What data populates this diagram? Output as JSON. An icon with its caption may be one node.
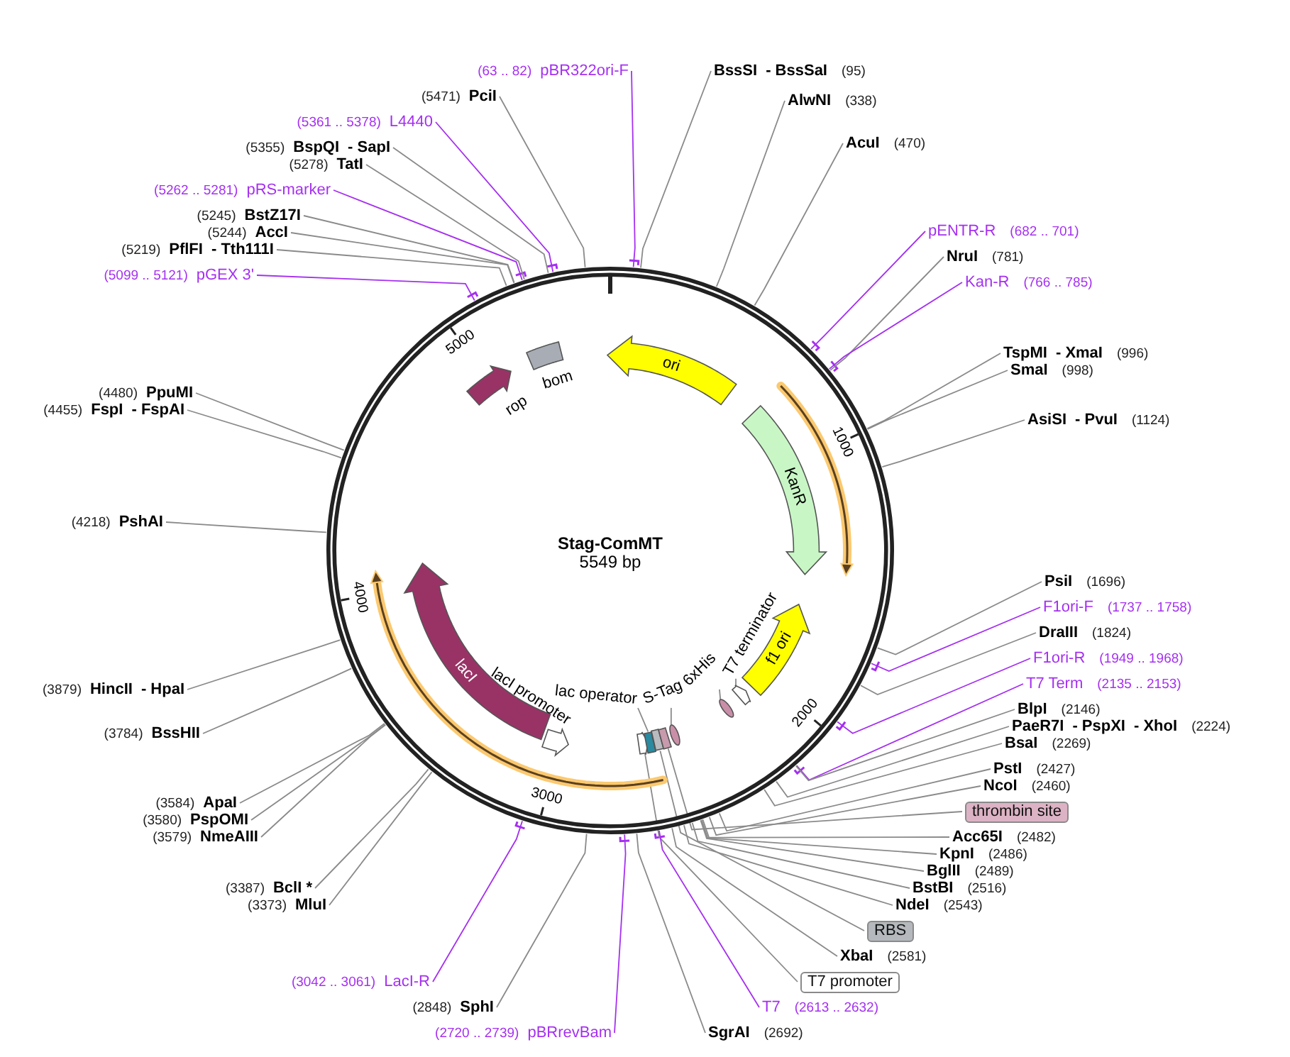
{
  "diagram": {
    "nodes": [
      {
        "text": [
          "Stag-ComMT",
          "5549 bp"
        ]
      },
      {
        "text": [
          "ori"
        ],
        "in": 0
      },
      {
        "text": [
          "KanR"
        ],
        "in": 0
      },
      {
        "text": [
          "f1 ori"
        ],
        "in": 0
      },
      {
        "text": [
          "lacI"
        ],
        "in": 0
      },
      {
        "text": [],
        "shape": "arrow",
        "beside": [
          "rop"
        ],
        "in": 0
      },
      {
        "text": [],
        "shape": "box",
        "beside": [
          "bom"
        ],
        "in": 0
      },
      {
        "text": [],
        "shape": "arrow",
        "beside": [
          "lacI promoter"
        ],
        "in": 0
      },
      {
        "text": [],
        "shape": "arrow",
        "in": 0
      },
      {
        "text": [],
        "shape": "box",
        "in": 0
      },
      {
        "text": [],
        "shape": "box",
        "in": 0
      },
      {
        "text": [],
        "shape": "box",
        "in": 0
      },
      {
        "text": [],
        "shape": "circle",
        "in": 0
      },
      {
        "text": [],
        "shape": "circle",
        "in": 0
      },
      {
        "text": [],
        "shape": "arrow",
        "in": 0
      },
      {
        "text": [
          "lac operator"
        ],
        "in": 0
      },
      {
        "text": [
          "S-Tag"
        ],
        "in": 0
      },
      {
        "text": [
          "6xHis"
        ],
        "in": 0
      },
      {
        "text": [
          "T7 terminator"
        ],
        "in": 0
      },
      {
        "text": [
          "(63 .. 82)",
          "pBR322ori-F"
        ]
      },
      {
        "text": [
          "(5471)",
          "PciI"
        ]
      },
      {
        "text": [
          "(5361 .. 5378)",
          "L4440"
        ]
      },
      {
        "text": [
          "(5355)",
          "BspQI",
          "- SapI"
        ]
      },
      {
        "text": [
          "(5278)",
          "TatI"
        ]
      },
      {
        "text": [
          "(5262 .. 5281)",
          "pRS-marker"
        ]
      },
      {
        "text": [
          "(5245)",
          "BstZ17I"
        ]
      },
      {
        "text": [
          "(5244)",
          "AccI"
        ]
      },
      {
        "text": [
          "(5219)",
          "PflFI",
          "- Tth111I"
        ]
      },
      {
        "text": [
          "(5099 .. 5121)",
          "pGEX 3'"
        ]
      },
      {
        "text": [
          "(4480)",
          "PpuMI"
        ]
      },
      {
        "text": [
          "(4455)",
          "FspI",
          "- FspAI"
        ]
      },
      {
        "text": [
          "(4218)",
          "PshAI"
        ]
      },
      {
        "text": [
          "(3879)",
          "HincII",
          "- HpaI"
        ]
      },
      {
        "text": [
          "(3784)",
          "BssHII"
        ]
      },
      {
        "text": [
          "(3584)",
          "ApaI"
        ]
      },
      {
        "text": [
          "(3580)",
          "PspOMI"
        ]
      },
      {
        "text": [
          "(3579)",
          "NmeAIII"
        ]
      },
      {
        "text": [
          "(3387)",
          "BclI *"
        ]
      },
      {
        "text": [
          "(3373)",
          "MluI"
        ]
      },
      {
        "text": [
          "(3042 .. 3061)",
          "LacI-R"
        ]
      },
      {
        "text": [
          "(2848)",
          "SphI"
        ]
      },
      {
        "text": [
          "(2720 .. 2739)",
          "pBRrevBam"
        ]
      },
      {
        "text": [
          "BssSI",
          "- BssSaI",
          "(95)"
        ]
      },
      {
        "text": [
          "AlwNI",
          "(338)"
        ]
      },
      {
        "text": [
          "AcuI",
          "(470)"
        ]
      },
      {
        "text": [
          "pENTR-R",
          "(682 .. 701)"
        ]
      },
      {
        "text": [
          "NruI",
          "(781)"
        ]
      },
      {
        "text": [
          "Kan-R",
          "(766 .. 785)"
        ]
      },
      {
        "text": [
          "TspMI",
          "- XmaI",
          "(996)"
        ]
      },
      {
        "text": [
          "SmaI",
          "(998)"
        ]
      },
      {
        "text": [
          "AsiSI",
          "- PvuI",
          "(1124)"
        ]
      },
      {
        "text": [
          "PsiI",
          "(1696)"
        ]
      },
      {
        "text": [
          "F1ori-F",
          "(1737 .. 1758)"
        ]
      },
      {
        "text": [
          "DraIII",
          "(1824)"
        ]
      },
      {
        "text": [
          "F1ori-R",
          "(1949 .. 1968)"
        ]
      },
      {
        "text": [
          "T7 Term",
          "(2135 .. 2153)"
        ]
      },
      {
        "text": [
          "BlpI",
          "(2146)"
        ]
      },
      {
        "text": [
          "PaeR7I",
          "- PspXI",
          "- XhoI",
          "(2224)"
        ]
      },
      {
        "text": [
          "BsaI",
          "(2269)"
        ]
      },
      {
        "text": [
          "PstI",
          "(2427)"
        ]
      },
      {
        "text": [
          "NcoI",
          "(2460)"
        ]
      },
      {
        "text": [
          "thrombin site"
        ]
      },
      {
        "text": [
          "Acc65I",
          "(2482)"
        ]
      },
      {
        "text": [
          "KpnI",
          "(2486)"
        ]
      },
      {
        "text": [
          "BglII",
          "(2489)"
        ]
      },
      {
        "text": [
          "BstBI",
          "(2516)"
        ]
      },
      {
        "text": [
          "NdeI",
          "(2543)"
        ]
      },
      {
        "text": [
          "RBS"
        ]
      },
      {
        "text": [
          "XbaI",
          "(2581)"
        ]
      },
      {
        "text": [
          "T7 promoter"
        ]
      },
      {
        "text": [
          "T7",
          "(2613 .. 2632)"
        ]
      },
      {
        "text": [
          "SgrAI",
          "(2692)"
        ]
      }
    ],
    "edges": [
      {
        "from": 15,
        "to": 9,
        "arrow": "none"
      },
      {
        "from": 16,
        "to": 12,
        "arrow": "none"
      },
      {
        "from": 17,
        "to": 13,
        "arrow": "none"
      },
      {
        "from": 18,
        "to": 14,
        "arrow": "none"
      },
      {
        "from": 19,
        "to": 0,
        "arrow": "none",
        "color": "#a530f0"
      },
      {
        "from": 20,
        "to": 0,
        "arrow": "none"
      },
      {
        "from": 21,
        "to": 0,
        "arrow": "none",
        "color": "#a530f0"
      },
      {
        "from": 22,
        "to": 0,
        "arrow": "none"
      },
      {
        "from": 23,
        "to": 0,
        "arrow": "none"
      },
      {
        "from": 24,
        "to": 0,
        "arrow": "none",
        "color": "#a530f0"
      },
      {
        "from": 25,
        "to": 0,
        "arrow": "none"
      },
      {
        "from": 26,
        "to": 0,
        "arrow": "none"
      },
      {
        "from": 27,
        "to": 0,
        "arrow": "none"
      },
      {
        "from": 28,
        "to": 0,
        "arrow": "none",
        "color": "#a530f0"
      },
      {
        "from": 29,
        "to": 0,
        "arrow": "none"
      },
      {
        "from": 30,
        "to": 0,
        "arrow": "none"
      },
      {
        "from": 31,
        "to": 0,
        "arrow": "none"
      },
      {
        "from": 32,
        "to": 0,
        "arrow": "none"
      },
      {
        "from": 33,
        "to": 0,
        "arrow": "none"
      },
      {
        "from": 34,
        "to": 0,
        "arrow": "none"
      },
      {
        "from": 35,
        "to": 0,
        "arrow": "none"
      },
      {
        "from": 36,
        "to": 0,
        "arrow": "none"
      },
      {
        "from": 37,
        "to": 0,
        "arrow": "none"
      },
      {
        "from": 38,
        "to": 0,
        "arrow": "none"
      },
      {
        "from": 39,
        "to": 0,
        "arrow": "none",
        "color": "#a530f0"
      },
      {
        "from": 40,
        "to": 0,
        "arrow": "none"
      },
      {
        "from": 41,
        "to": 0,
        "arrow": "none",
        "color": "#a530f0"
      },
      {
        "from": 42,
        "to": 0,
        "arrow": "none"
      },
      {
        "from": 43,
        "to": 0,
        "arrow": "none"
      },
      {
        "from": 44,
        "to": 0,
        "arrow": "none"
      },
      {
        "from": 45,
        "to": 0,
        "arrow": "none",
        "color": "#a530f0"
      },
      {
        "from": 46,
        "to": 0,
        "arrow": "none"
      },
      {
        "from": 47,
        "to": 0,
        "arrow": "none",
        "color": "#a530f0"
      },
      {
        "from": 48,
        "to": 0,
        "arrow": "none"
      },
      {
        "from": 49,
        "to": 0,
        "arrow": "none"
      },
      {
        "from": 50,
        "to": 0,
        "arrow": "none"
      },
      {
        "from": 51,
        "to": 0,
        "arrow": "none"
      },
      {
        "from": 52,
        "to": 0,
        "arrow": "none",
        "color": "#a530f0"
      },
      {
        "from": 53,
        "to": 0,
        "arrow": "none"
      },
      {
        "from": 54,
        "to": 0,
        "arrow": "none",
        "color": "#a530f0"
      },
      {
        "from": 55,
        "to": 0,
        "arrow": "none",
        "color": "#a530f0"
      },
      {
        "from": 56,
        "to": 0,
        "arrow": "none"
      },
      {
        "from": 57,
        "to": 0,
        "arrow": "none"
      },
      {
        "from": 58,
        "to": 0,
        "arrow": "none"
      },
      {
        "from": 59,
        "to": 0,
        "arrow": "none"
      },
      {
        "from": 60,
        "to": 0,
        "arrow": "none"
      },
      {
        "from": 61,
        "to": 11,
        "arrow": "none"
      },
      {
        "from": 62,
        "to": 0,
        "arrow": "none"
      },
      {
        "from": 63,
        "to": 0,
        "arrow": "none"
      },
      {
        "from": 64,
        "to": 0,
        "arrow": "none"
      },
      {
        "from": 65,
        "to": 0,
        "arrow": "none"
      },
      {
        "from": 66,
        "to": 0,
        "arrow": "none"
      },
      {
        "from": 67,
        "to": 10,
        "arrow": "none"
      },
      {
        "from": 68,
        "to": 0,
        "arrow": "none"
      },
      {
        "from": 69,
        "to": 8,
        "arrow": "none"
      },
      {
        "from": 70,
        "to": 0,
        "arrow": "none",
        "color": "#a530f0"
      },
      {
        "from": 71,
        "to": 0,
        "arrow": "none"
      }
    ],
    "labels": [
      "5000",
      "1000",
      "4000",
      "2000",
      "3000"
    ]
  }
}
